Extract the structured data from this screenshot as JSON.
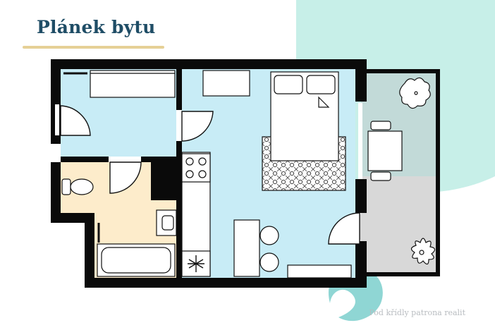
{
  "header": {
    "title": "Plánek bytu"
  },
  "footer": {
    "watermark": "Pod křídly patrona realit"
  },
  "colors": {
    "title": "#1f4d66",
    "underline_accent": "#e6d096",
    "wall": "#000000",
    "hallway_floor": "#c8ecf6",
    "living_floor": "#c8ecf6",
    "bathroom_floor": "#fdeccb",
    "balcony_floor": "#d6d6d6",
    "decor_circle": "#bfeee6",
    "decor_circle_dark": "#7fd0d3"
  },
  "rooms": [
    {
      "name": "hallway",
      "floor_color": "#c8ecf6"
    },
    {
      "name": "bathroom",
      "floor_color": "#fdeccb"
    },
    {
      "name": "living-room",
      "floor_color": "#c8ecf6"
    },
    {
      "name": "balcony",
      "floor_color": "#d6d6d6"
    }
  ],
  "furniture_icons": [
    "wardrobe-icon",
    "shelf-icon",
    "double-bed-icon",
    "rug-icon",
    "cooktop-icon",
    "kitchen-counter-icon",
    "fridge-icon",
    "dining-table-icon",
    "bar-stool-icon",
    "sideboard-icon",
    "toilet-icon",
    "washbasin-icon",
    "bathtub-icon",
    "outdoor-table-icon",
    "outdoor-chair-icon",
    "plant-icon",
    "flower-icon"
  ]
}
